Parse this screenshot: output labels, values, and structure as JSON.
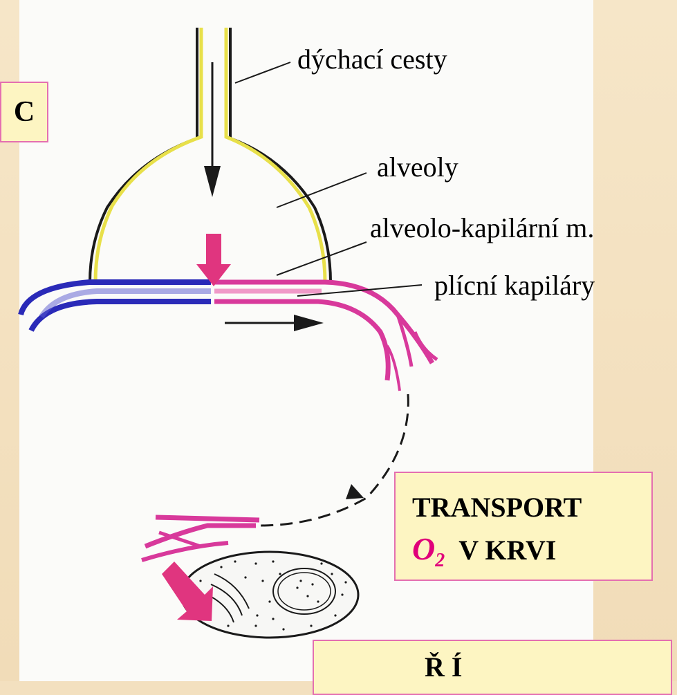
{
  "panel_letter": "C",
  "labels": {
    "airways": "dýchací cesty",
    "alveoli": "alveoly",
    "membrane": "alveolo-kapilární m.",
    "capillaries": "plícní kapiláry"
  },
  "transport_box": {
    "line1": "TRANSPORT",
    "o2_symbol": "O",
    "o2_subscript": "2",
    "line2_rest": "V KRVI"
  },
  "bottom_box": {
    "partial_text": "Ř Í"
  },
  "colors": {
    "background": "#f3e0bf",
    "sheet": "#fbfbf9",
    "box_fill": "#fdf5c2",
    "box_border": "#e46fb0",
    "airway_yellow": "#e8e04a",
    "venous_blue": "#2a2ab8",
    "arterial_pink": "#d8399b",
    "arrow_pink": "#e0357f"
  }
}
